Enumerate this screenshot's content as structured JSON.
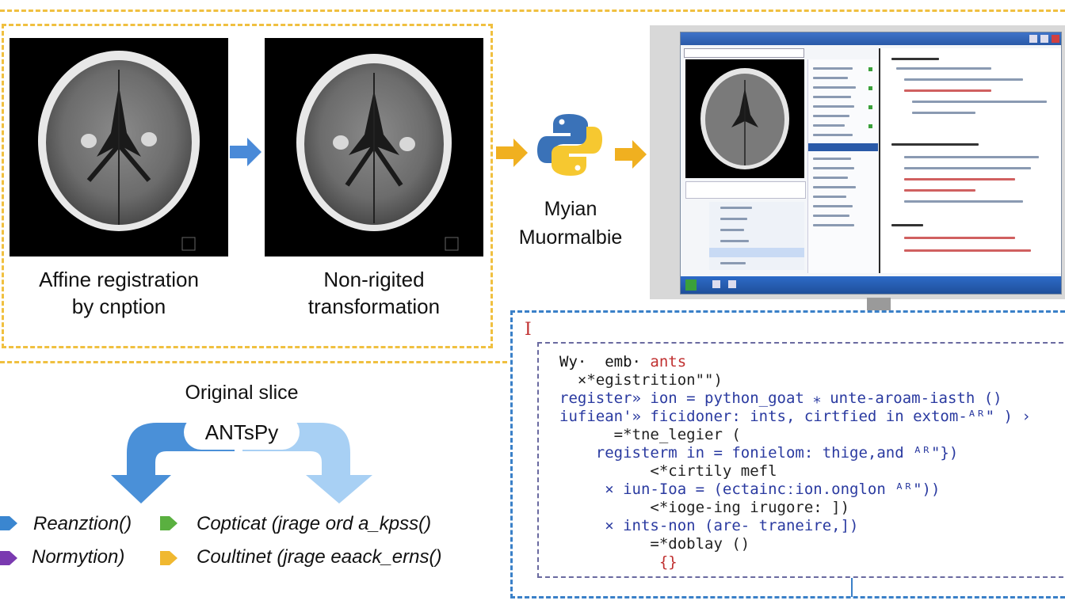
{
  "top_panel": {
    "caption_left_line1": "Affine registration",
    "caption_left_line2": "by cnption",
    "caption_right_line1": "Non-rigited",
    "caption_right_line2": "transformation"
  },
  "python_block": {
    "label_line1": "Myian",
    "label_line2": "Muormalbie",
    "icon": "python-logo-icon"
  },
  "flow": {
    "title": "Original slice",
    "badge": "ANTsPy"
  },
  "legend": {
    "items": [
      {
        "label": "Reanztion()",
        "color": "#3a86d0"
      },
      {
        "label": "Copticat (jrage ord a_kpss()",
        "color": "#5ab040"
      },
      {
        "label": "Normytion)",
        "color": "#7a3ab0"
      },
      {
        "label": "Coultinet (jrage eaack_erns()",
        "color": "#f0b830"
      }
    ]
  },
  "code_panel": {
    "marker": "I",
    "lines": [
      {
        "parts": [
          {
            "t": "Wy·  emb·",
            "c": "black"
          },
          {
            "t": " ants",
            "c": "red"
          }
        ]
      },
      {
        "parts": [
          {
            "t": "  ×*egistrition\"\")",
            "c": "dark"
          }
        ]
      },
      {
        "parts": [
          {
            "t": "register» ion = python_goat ",
            "c": "blue"
          },
          {
            "t": "⁎ unte-aroam-iasth ()",
            "c": "blue"
          }
        ]
      },
      {
        "parts": [
          {
            "t": "iufiean'» ficidoner: ints, cirtfied in extom-ᴬᴿ\" ) ›",
            "c": "blue"
          }
        ]
      },
      {
        "parts": [
          {
            "t": "      =*tne_legier (",
            "c": "dark"
          }
        ]
      },
      {
        "parts": [
          {
            "t": "    registerm in = fonielom: thige,and ᴬᴿ\"})",
            "c": "blue"
          }
        ]
      },
      {
        "parts": [
          {
            "t": "          <*cirtily mefl",
            "c": "dark"
          }
        ]
      },
      {
        "parts": [
          {
            "t": "     × iun-Ioa = (ectaincːion.onglon ᴬᴿ\"))",
            "c": "blue"
          }
        ]
      },
      {
        "parts": [
          {
            "t": "          <*ioge-ing irugore: ])",
            "c": "dark"
          }
        ]
      },
      {
        "parts": [
          {
            "t": "     × ints-non (are- traneire,])",
            "c": "blue"
          }
        ]
      },
      {
        "parts": [
          {
            "t": "          =*doblay ()",
            "c": "dark"
          }
        ]
      },
      {
        "parts": [
          {
            "t": "           {}",
            "c": "red"
          }
        ]
      }
    ]
  },
  "colors": {
    "yellow_dash": "#f0c040",
    "blue_dash": "#3a80c8",
    "arrow_blue": "#4a8ad8",
    "arrow_yellow": "#f0b020"
  }
}
